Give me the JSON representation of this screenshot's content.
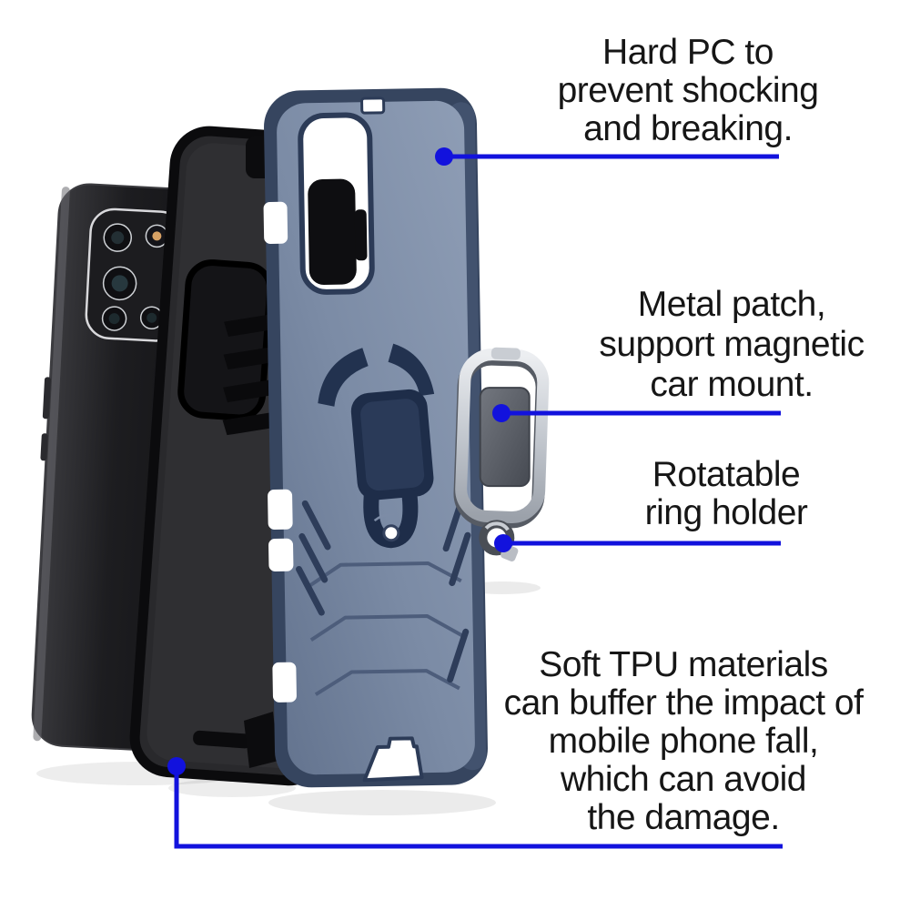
{
  "page": {
    "background_color": "#ffffff",
    "text_color": "#161616",
    "leader_line_color": "#1212dd"
  },
  "product": {
    "colors": {
      "phone_body": "#1a1a1d",
      "tpu_case": "#141416",
      "armor_case_back": "#7e8ea8",
      "armor_case_rim": "#36455f",
      "ring_metal": "#c9cdd3",
      "metal_patch": "#55595f",
      "flash_led": "#d8a265"
    }
  },
  "annotations": {
    "hard_pc": {
      "lines": [
        "Hard PC to",
        "prevent shocking",
        "and breaking."
      ]
    },
    "metal_patch": {
      "lines": [
        "Metal patch,",
        "support magnetic",
        "car mount."
      ]
    },
    "ring_holder": {
      "lines": [
        "Rotatable",
        "ring holder"
      ]
    },
    "soft_tpu": {
      "lines": [
        "Soft TPU materials",
        "can buffer the impact of",
        "mobile phone fall,",
        "which can avoid",
        "the damage."
      ]
    }
  }
}
